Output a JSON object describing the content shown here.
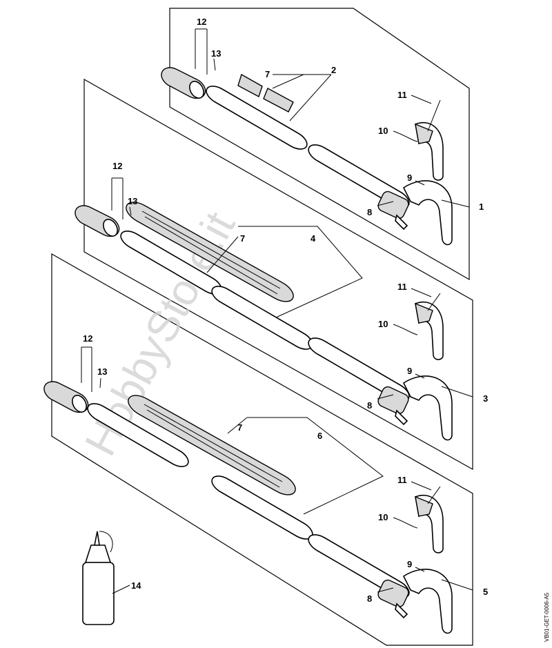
{
  "diagram": {
    "callouts": [
      "1",
      "2",
      "3",
      "4",
      "5",
      "6",
      "7",
      "8",
      "9",
      "10",
      "11",
      "12",
      "13",
      "14"
    ],
    "drawing_code": "VB01-GET-0006-A5",
    "watermark": "HobbyStore.it"
  }
}
